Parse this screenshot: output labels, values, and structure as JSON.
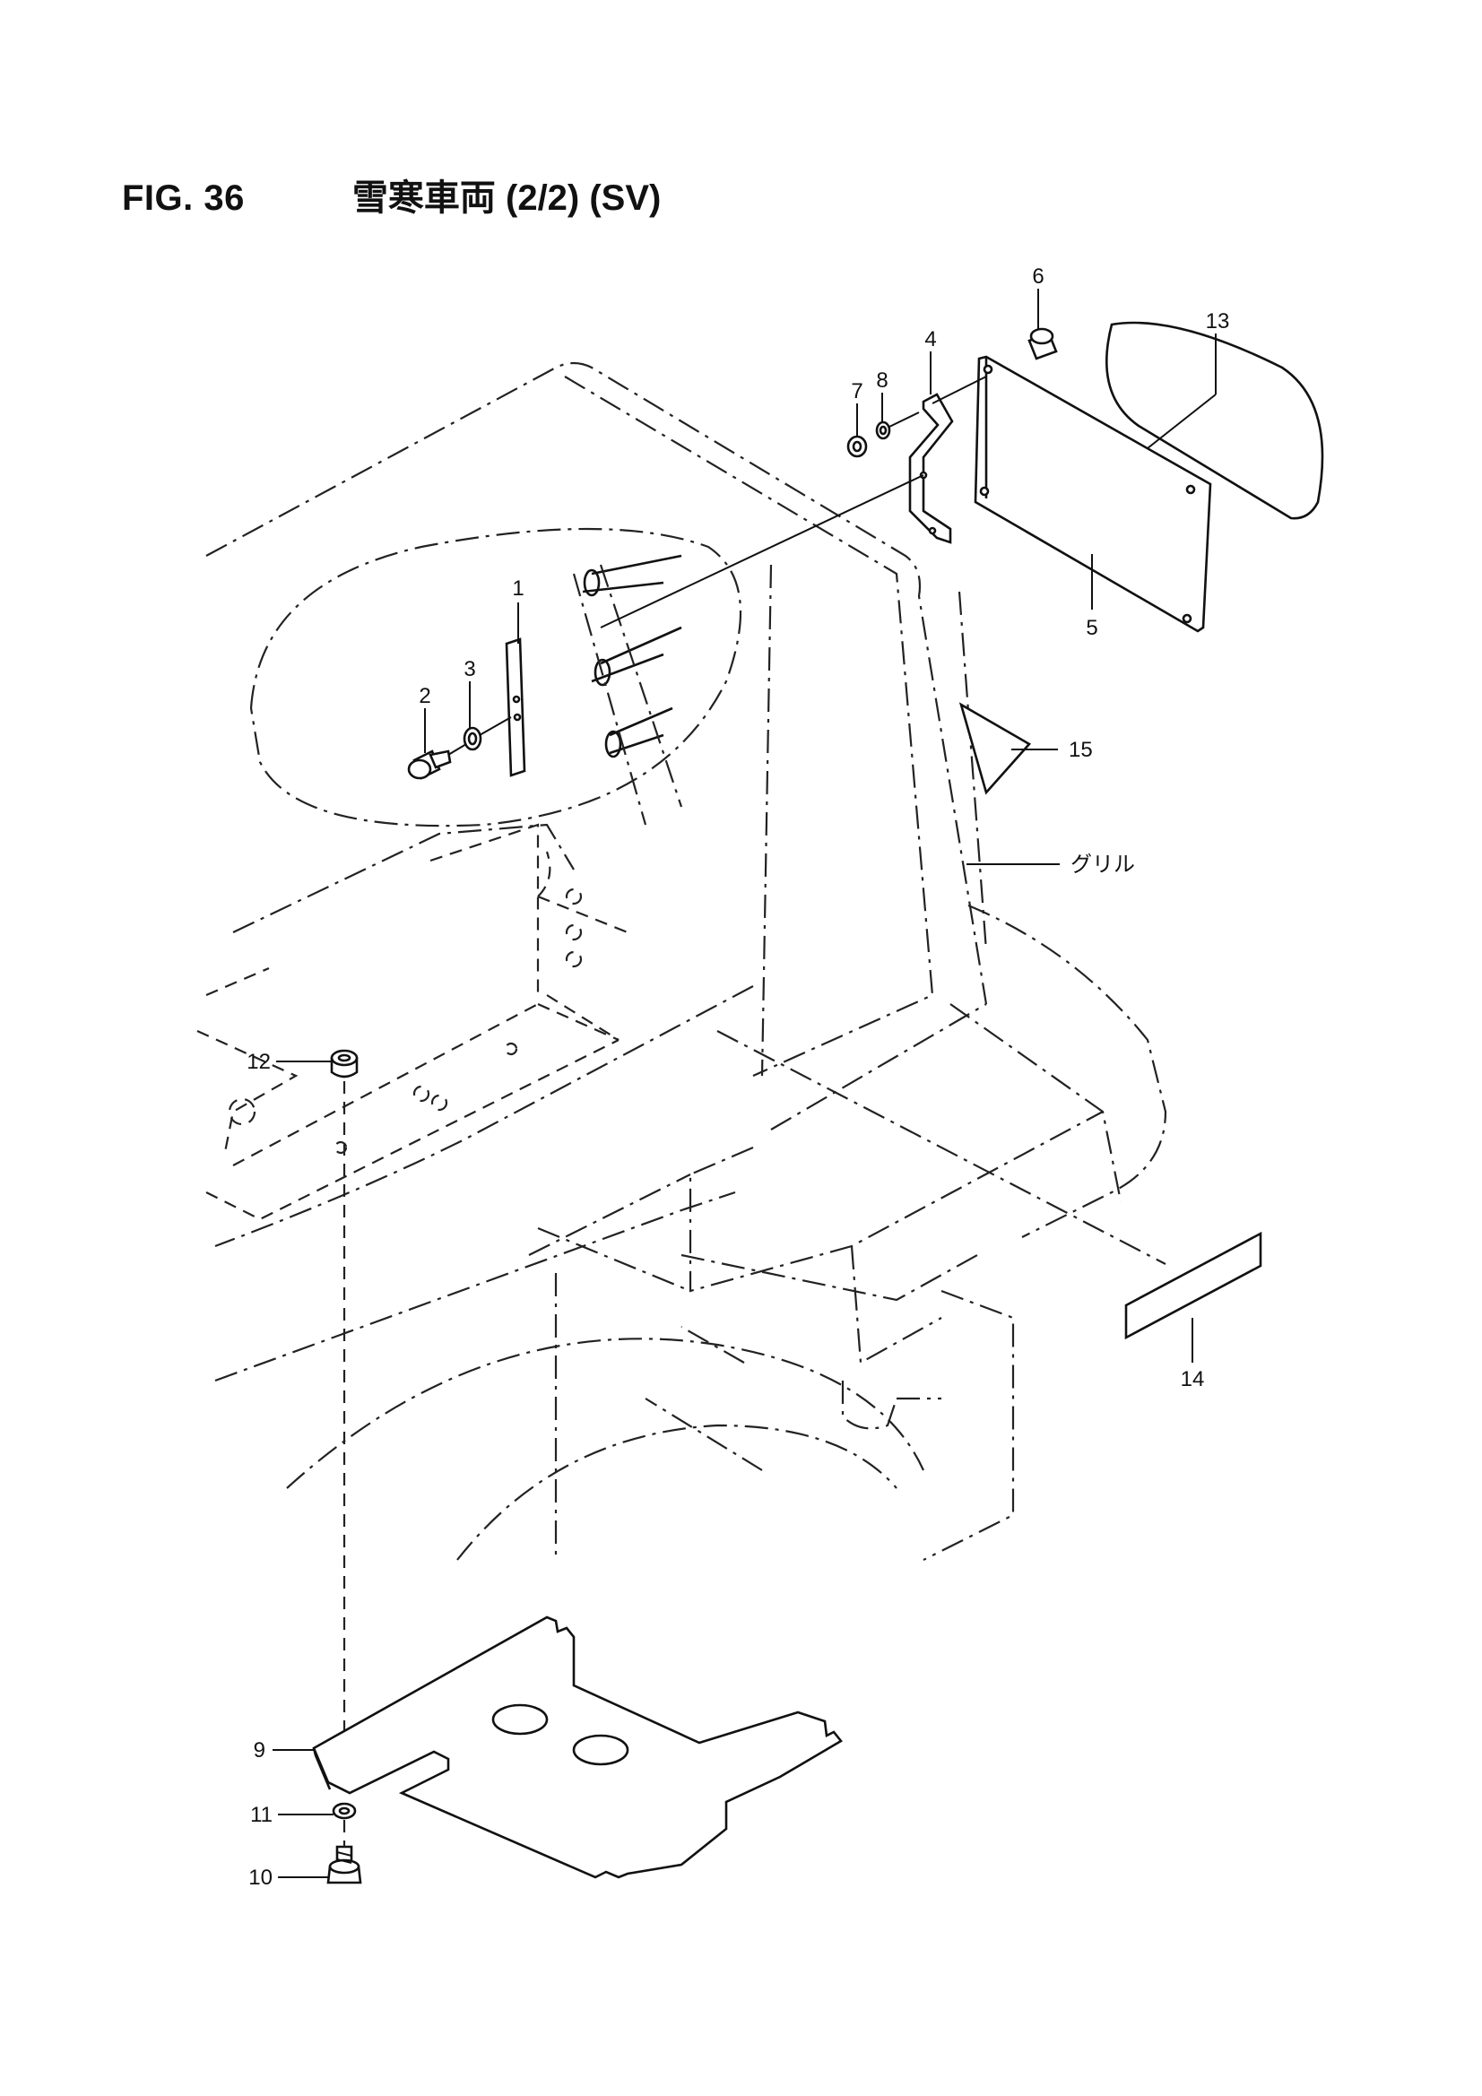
{
  "figure": {
    "number": "FIG. 36",
    "title": "雪寒車両 (2/2) (SV)"
  },
  "callouts": {
    "c1": "1",
    "c2": "2",
    "c3": "3",
    "c4": "4",
    "c5": "5",
    "c6": "6",
    "c7": "7",
    "c8": "8",
    "c9": "9",
    "c10": "10",
    "c11": "11",
    "c12": "12",
    "c13": "13",
    "c14": "14",
    "c15": "15",
    "grille": "グリル"
  }
}
